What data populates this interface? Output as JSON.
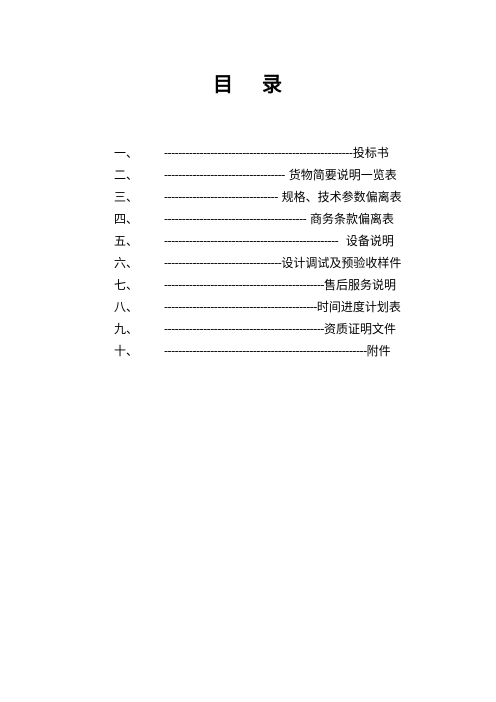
{
  "title": {
    "part1": "目",
    "part2": "录"
  },
  "toc": [
    {
      "num": "一、",
      "leader": "----------------------------------------------------",
      "text": "-投标书"
    },
    {
      "num": "二、",
      "leader": "----------------------------------",
      "text": "货物简要说明一览表"
    },
    {
      "num": "三、",
      "leader": "--------------------------------",
      "text": "规格、技术参数偏离表"
    },
    {
      "num": "四、",
      "leader": "----------------------------------------",
      "text": "商务条款偏离表"
    },
    {
      "num": "五、",
      "leader": "-------------------------------------------------",
      "text": "设备说明"
    },
    {
      "num": "六、",
      "leader": "---------------------------------",
      "text": "设计调试及预验收样件"
    },
    {
      "num": "七、",
      "leader": "---------------------------------------------",
      "text": "售后服务说明"
    },
    {
      "num": "八、",
      "leader": "-------------------------------------------",
      "text": "时间进度计划表"
    },
    {
      "num": "九、",
      "leader": "---------------------------------------------",
      "text": "资质证明文件"
    },
    {
      "num": "十、",
      "leader": "---------------------------------------------------------",
      "text": "附件"
    }
  ]
}
